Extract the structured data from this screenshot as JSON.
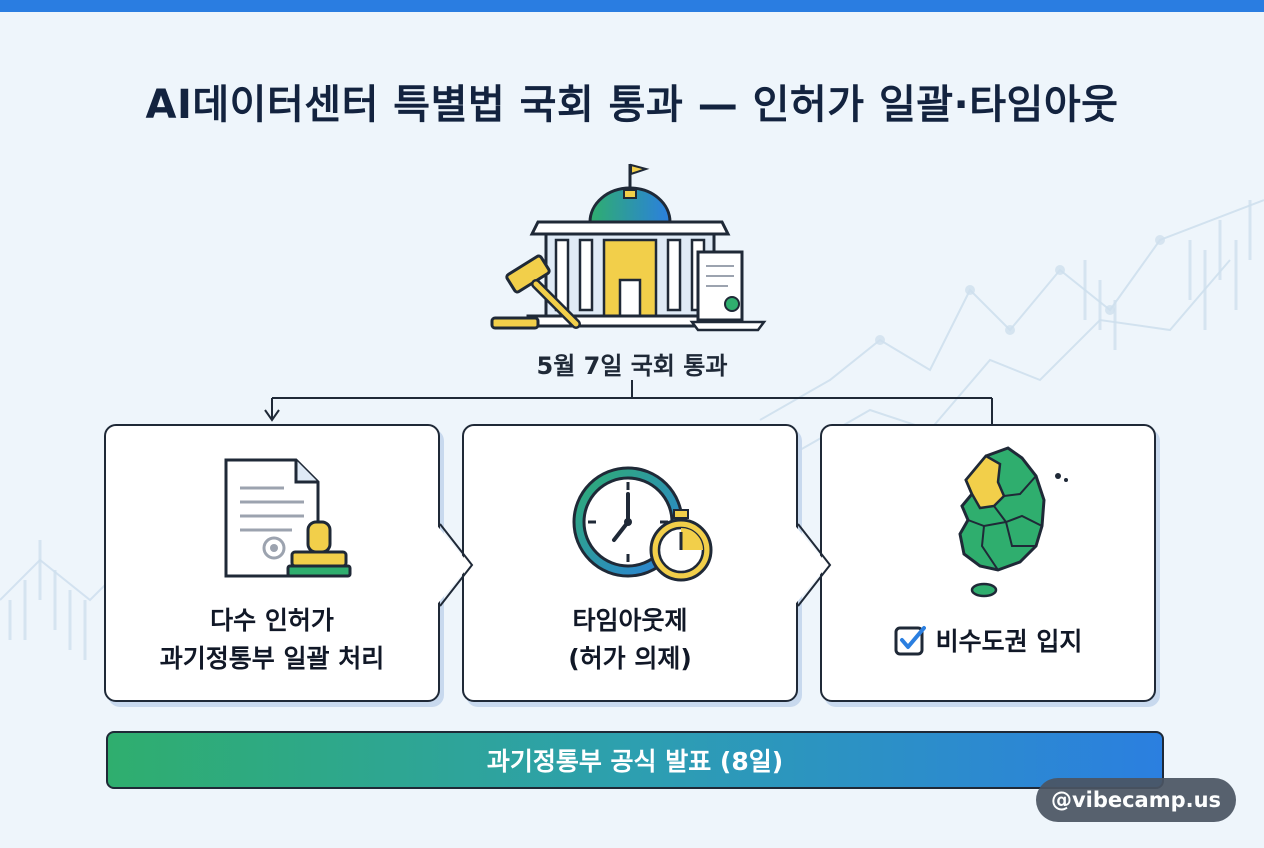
{
  "title": "AI데이터센터 특별법 국회 통과 — 인허가 일괄·타임아웃",
  "passed_label": "5월 7일 국회 통과",
  "cards": [
    {
      "lines": [
        "다수 인허가",
        "과기정통부 일괄 처리"
      ],
      "icon": "document-stamp-icon"
    },
    {
      "lines": [
        "타임아웃제",
        "(허가 의제)"
      ],
      "icon": "clock-stopwatch-icon"
    },
    {
      "label": "비수도권 입지",
      "icon": "korea-map-icon"
    }
  ],
  "banner": "과기정통부 공식 발표 (8일)",
  "watermark": "@vibecamp.us",
  "colors": {
    "accent_blue": "#2a7de1",
    "accent_green": "#2fae6e",
    "accent_yellow": "#f2cf4a",
    "outline": "#1f2937"
  }
}
